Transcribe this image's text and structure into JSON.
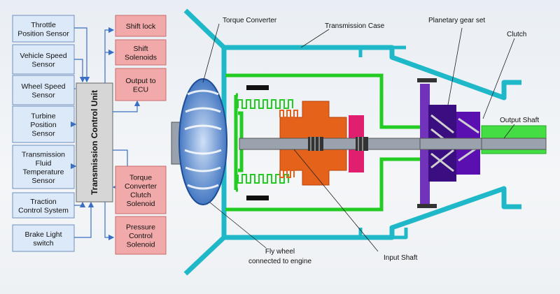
{
  "inputs": [
    [
      "Throttle",
      "Position Sensor"
    ],
    [
      "Vehicle Speed",
      "Sensor"
    ],
    [
      "Wheel Speed",
      "Sensor"
    ],
    [
      "Turbine",
      "Position",
      "Sensor"
    ],
    [
      "Transmission",
      "Fluid",
      "Temperature",
      "Sensor"
    ],
    [
      "Traction",
      "Control System"
    ],
    [
      "Brake Light",
      "switch"
    ]
  ],
  "control_unit": "Transmission Control Unit",
  "outputs": [
    [
      "Shift lock"
    ],
    [
      "Shift",
      "Solenoids"
    ],
    [
      "Output to",
      "ECU"
    ],
    [
      "Torque",
      "Converter",
      "Clutch",
      "Solenoid"
    ],
    [
      "Pressure",
      "Control",
      "Solenoid"
    ]
  ],
  "labels": {
    "torque_converter": "Torque Converter",
    "transmission_case": "Transmission Case",
    "planetary_gear_set": "Planetary gear set",
    "clutch": "Clutch",
    "output_shaft": "Output Shaft",
    "input_shaft": "Input Shaft",
    "flywheel_line1": "Fly wheel",
    "flywheel_line2": "connected to engine"
  },
  "colors": {
    "input_fill": "#dce9f8",
    "input_stroke": "#6f8fbf",
    "output_fill": "#f2a9a9",
    "output_stroke": "#c86b6b",
    "tcu_fill": "#d6d6d6",
    "arrow": "#3b6fc4",
    "case": "#1fb8c9",
    "green": "#22cc22",
    "orange": "#e4621a",
    "pink": "#e0206f",
    "purple": "#5a10b0",
    "shaft": "#9aa3ad",
    "flywheel": "#2a64b8"
  }
}
